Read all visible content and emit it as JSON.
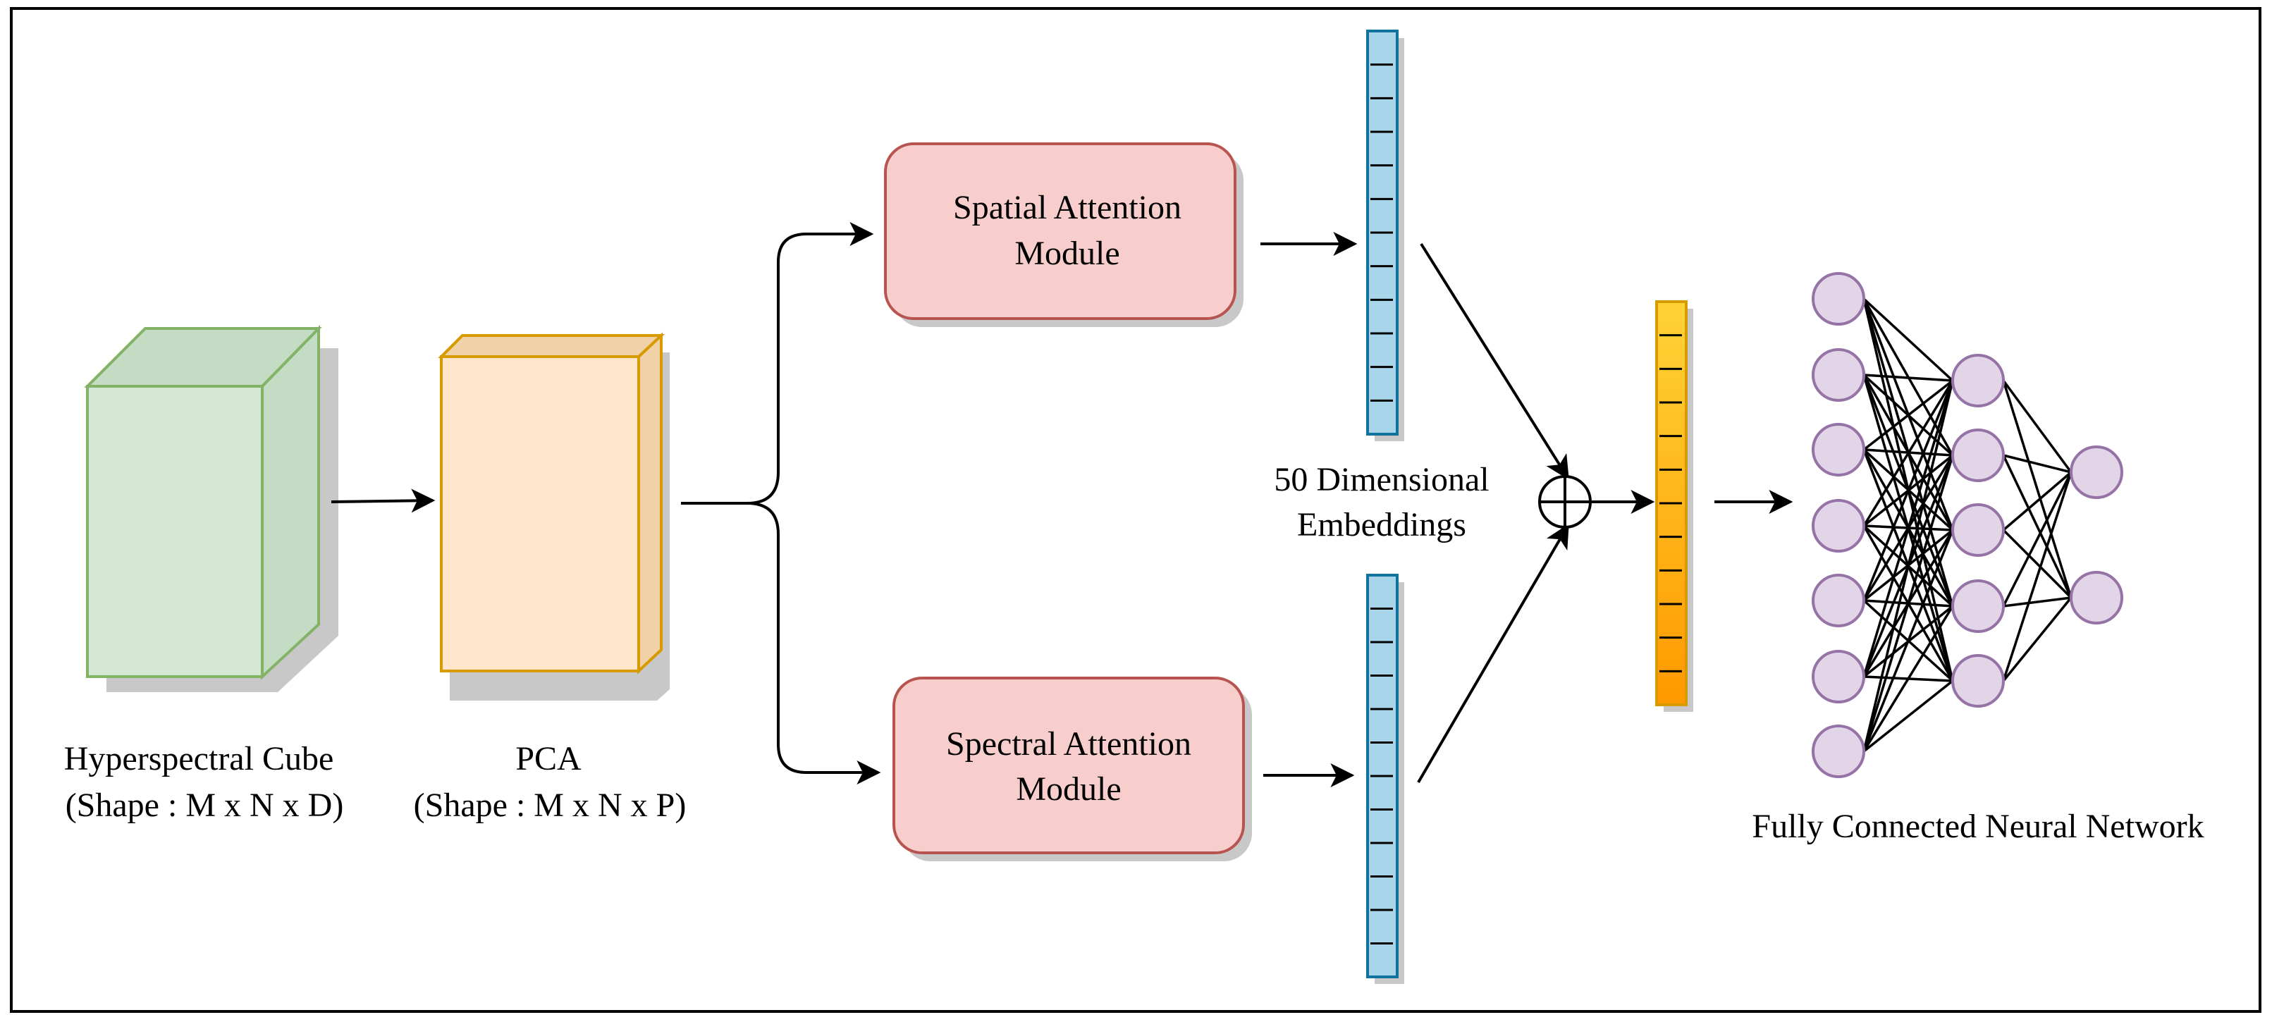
{
  "labels": {
    "cube": {
      "line1": "Hyperspectral Cube",
      "line2": "(Shape : M x N x D)"
    },
    "pca": {
      "line1": "PCA",
      "line2": "(Shape : M x N x P)"
    },
    "spatial_module": {
      "line1": "Spatial Attention",
      "line2": "Module"
    },
    "spectral_module": {
      "line1": "Spectral Attention",
      "line2": "Module"
    },
    "embeddings": {
      "line1": "50 Dimensional",
      "line2": "Embeddings"
    },
    "fcnn": "Fully Connected Neural Network"
  },
  "network": {
    "layers": [
      7,
      5,
      2
    ]
  },
  "colors": {
    "cube_face": "#d5e8d4",
    "cube_side": "#c4dbc4",
    "cube_stroke": "#82b366",
    "pca_face": "#ffe6cc",
    "pca_side": "#f0d1a8",
    "pca_stroke": "#d79b00",
    "module_fill": "#f8cecc",
    "module_stroke": "#b85450",
    "embedding_fill": "#a9d5ea",
    "embedding_stroke": "#10739e",
    "fused_fill_top": "#ffd335",
    "fused_fill_bottom": "#ff9900",
    "fused_stroke": "#d79b00",
    "neuron_fill": "#e1d5e7",
    "neuron_stroke": "#9673a6",
    "shadow": "#c8c8c8"
  }
}
